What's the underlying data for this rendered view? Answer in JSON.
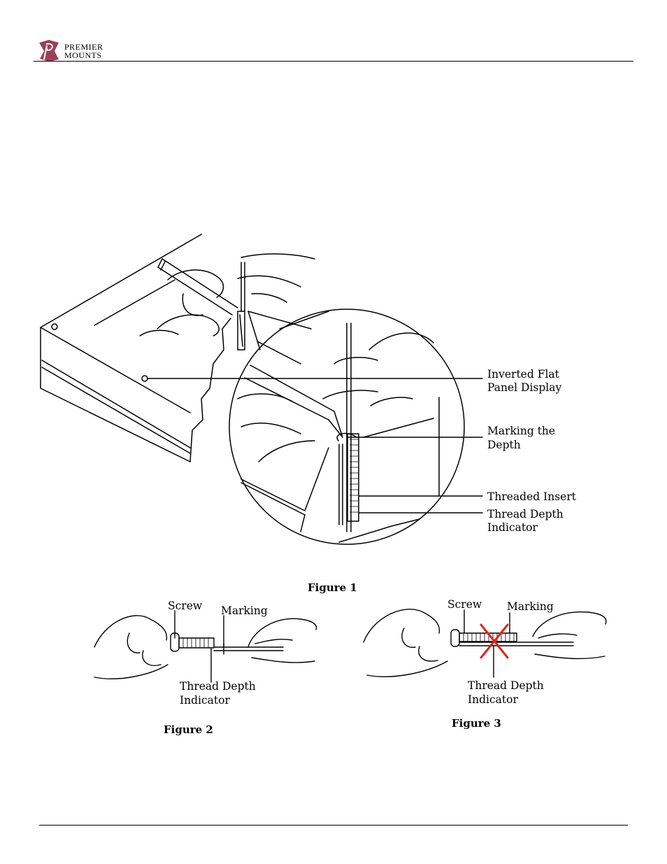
{
  "header": {
    "logo_line1": "Premier",
    "logo_line2": "Mounts"
  },
  "figure1": {
    "caption": "Figure 1",
    "labels": {
      "display": [
        "Inverted Flat",
        "Panel Display"
      ],
      "marking": [
        "Marking the",
        "Depth"
      ],
      "insert": "Threaded Insert",
      "indicator": [
        "Thread Depth",
        "Indicator"
      ]
    }
  },
  "figure2": {
    "caption": "Figure 2",
    "screw": "Screw",
    "marking": "Marking",
    "indicator": [
      "Thread Depth",
      "Indicator"
    ]
  },
  "figure3": {
    "caption": "Figure 3",
    "screw": "Screw",
    "marking": "Marking",
    "indicator": [
      "Thread Depth",
      "Indicator"
    ]
  },
  "colors": {
    "logo_maroon": "#8a1f3c",
    "cross_red": "#e0251b"
  }
}
